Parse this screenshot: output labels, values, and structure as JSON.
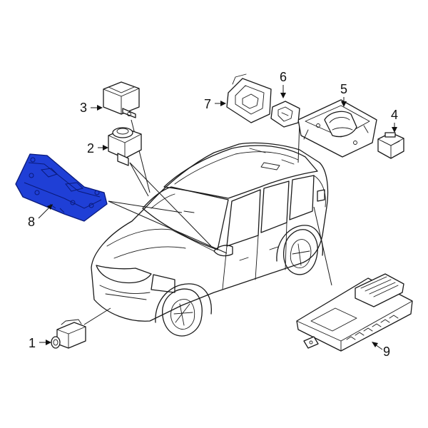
{
  "callouts": [
    {
      "id": "1",
      "label": "1"
    },
    {
      "id": "2",
      "label": "2"
    },
    {
      "id": "3",
      "label": "3"
    },
    {
      "id": "4",
      "label": "4"
    },
    {
      "id": "5",
      "label": "5"
    },
    {
      "id": "6",
      "label": "6"
    },
    {
      "id": "7",
      "label": "7"
    },
    {
      "id": "8",
      "label": "8"
    },
    {
      "id": "9",
      "label": "9"
    }
  ],
  "highlight_color": "#1f3fd6",
  "highlighted_part": "8"
}
